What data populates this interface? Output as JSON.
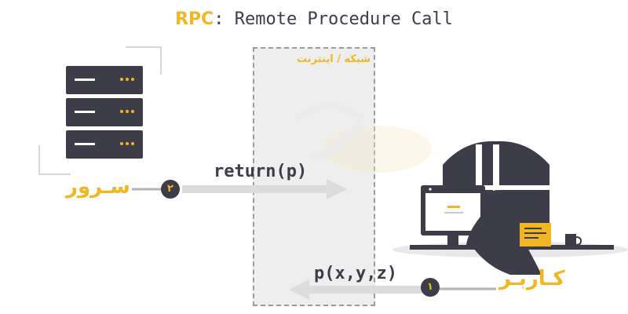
{
  "title": {
    "acronym": "RPC",
    "rest": ": Remote Procedure Call"
  },
  "network": {
    "label": "شبکه / اینترنت"
  },
  "server": {
    "label": "سـرور",
    "step": "۲"
  },
  "user": {
    "label": "کـاربـر",
    "step": "۱"
  },
  "messages": {
    "return_call": "return(p)",
    "remote_call": "p(x,y,z)"
  },
  "colors": {
    "accent": "#f2b624",
    "dark": "#3d3d4a",
    "arrow": "#dcdcdc",
    "box": "#eeeeee"
  }
}
